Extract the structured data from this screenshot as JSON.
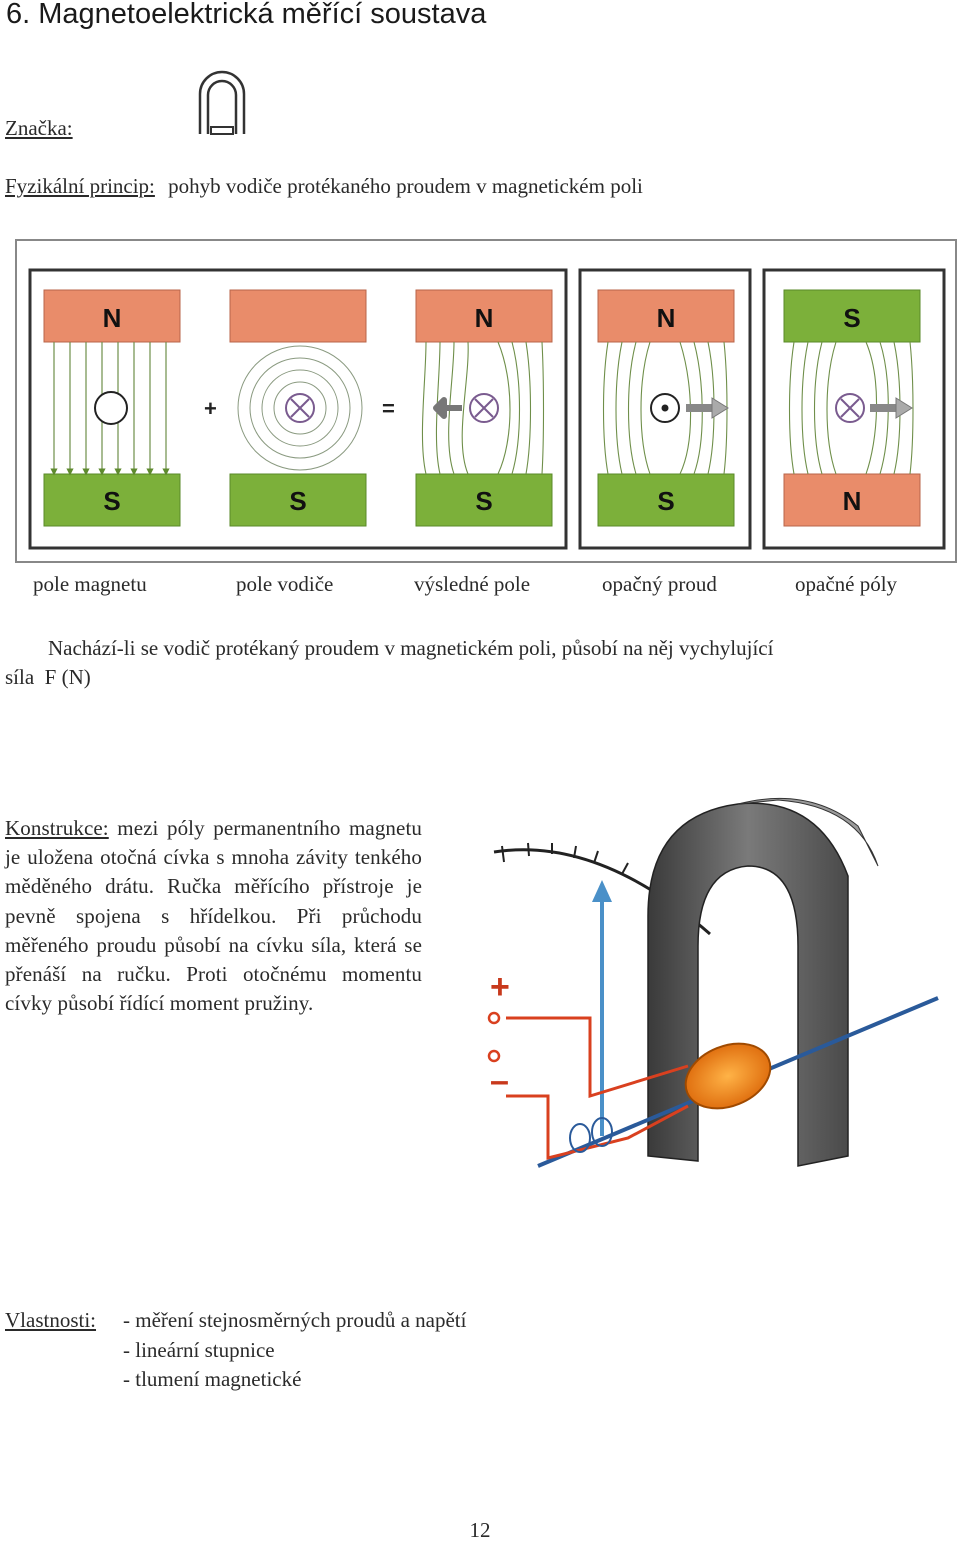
{
  "heading": "6. Magnetoelektrická měřící soustava",
  "symbol_label": "Značka:",
  "principle": {
    "label": "Fyzikální princip:",
    "text": "pohyb vodiče protékaného proudem v magnetickém poli"
  },
  "diagram": {
    "poles": {
      "panel1": {
        "top": "N",
        "bottom": "S"
      },
      "panel2": {
        "top": "",
        "bottom": "S"
      },
      "panel3": {
        "top": "N",
        "bottom": "S"
      },
      "panel4": {
        "top": "N",
        "bottom": "S"
      },
      "panel5": {
        "top": "S",
        "bottom": "N"
      }
    },
    "plus": "+",
    "equals": "=",
    "colors": {
      "north": "#e98c6a",
      "south": "#7cb03a",
      "field_line": "#7d8f5a"
    }
  },
  "captions": [
    "pole magnetu",
    "pole vodiče",
    "výsledné pole",
    "opačný proud",
    "opačné póly"
  ],
  "force_statement": {
    "line1": "Nachází-li se vodič protékaný proudem v magnetickém poli, působí na něj vychylující",
    "line2": "síla  F (N)"
  },
  "construction": {
    "label": "Konstrukce:",
    "text": " mezi póly permanentního magnetu je uložena otočná cívka s mnoha závity tenkého měděného drátu. Ručka měřícího přístroje je pevně spojena s hřídelkou. Při průchodu měřeného proudu působí na cívku síla, která se přenáší na ručku. Proti otočnému momentu cívky působí řídící moment pružiny."
  },
  "illustration": {
    "plus": "+",
    "minus": "–"
  },
  "properties": {
    "label": "Vlastnosti:",
    "items": [
      "- měření stejnosměrných proudů a napětí",
      "- lineární stupnice",
      "- tlumení magnetické"
    ]
  },
  "page_number": "12"
}
